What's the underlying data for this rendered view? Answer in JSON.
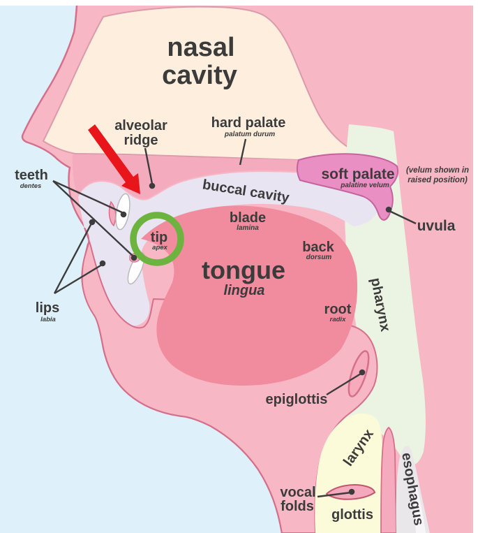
{
  "title": {
    "line1": "nasal",
    "line2": "cavity"
  },
  "labels": {
    "alveolar_ridge": {
      "line1": "alveolar",
      "line2": "ridge"
    },
    "hard_palate": {
      "name": "hard palate",
      "latin": "palatum durum"
    },
    "soft_palate": {
      "name": "soft palate",
      "latin": "palatine velum"
    },
    "velum_note": {
      "line1": "(velum shown in",
      "line2": "raised position)"
    },
    "buccal_cavity": {
      "name": "buccal cavity"
    },
    "teeth": {
      "name": "teeth",
      "latin": "dentes"
    },
    "lips": {
      "name": "lips",
      "latin": "labia"
    },
    "uvula": {
      "name": "uvula"
    },
    "blade": {
      "name": "blade",
      "latin": "lamina"
    },
    "tip": {
      "name": "tip",
      "latin": "apex"
    },
    "back": {
      "name": "back",
      "latin": "dorsum"
    },
    "tongue": {
      "name": "tongue",
      "latin": "lingua"
    },
    "root": {
      "name": "root",
      "latin": "radix"
    },
    "pharynx": {
      "name": "pharynx"
    },
    "epiglottis": {
      "name": "epiglottis"
    },
    "larynx": {
      "name": "larynx"
    },
    "esophagus": {
      "name": "esophagus"
    },
    "vocal_folds": {
      "line1": "vocal",
      "line2": "folds"
    },
    "glottis": {
      "name": "glottis"
    }
  },
  "annotations": {
    "red_arrow": "points-to-alveolar-ridge",
    "green_circle": "highlights-tongue-tip"
  },
  "colors": {
    "background_blue": "#def0f9",
    "head_pink": "#f7b7c5",
    "nasal_cavity_cream": "#fdeede",
    "jaw_pink": "#f5abbe",
    "buccal_lavender": "#e9e4f2",
    "tongue_pink": "#f18b9e",
    "soft_palate_magenta": "#e98fc3",
    "pharynx_green": "#ebf4e3",
    "larynx_yellow": "#fbfbd9",
    "esophagus_gray": "#eae7eb",
    "outline_rose": "#d4708c",
    "highlight_green": "#6db33f",
    "highlight_red": "#e8151b",
    "label_text": "#3b3b3b"
  }
}
